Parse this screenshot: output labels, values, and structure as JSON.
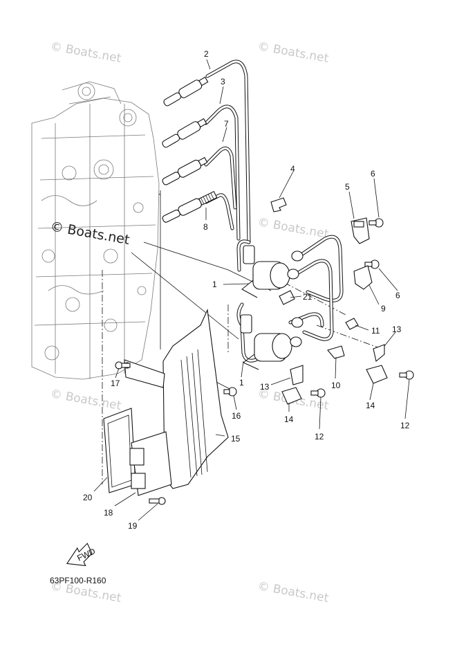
{
  "diagram": {
    "code": "63PF100-R160",
    "fwd_label": "FWD",
    "watermarks": [
      "© Boats.net",
      "© Boats.net",
      "© Boats.net",
      "© Boats.net",
      "© Boats.net",
      "© Boats.net",
      "© Boats.net"
    ],
    "watermark_dark": "© Boats.net",
    "callouts": [
      {
        "n": "1"
      },
      {
        "n": "1"
      },
      {
        "n": "2"
      },
      {
        "n": "3"
      },
      {
        "n": "4"
      },
      {
        "n": "5"
      },
      {
        "n": "6"
      },
      {
        "n": "6"
      },
      {
        "n": "7"
      },
      {
        "n": "8"
      },
      {
        "n": "9"
      },
      {
        "n": "10"
      },
      {
        "n": "11"
      },
      {
        "n": "12"
      },
      {
        "n": "12"
      },
      {
        "n": "13"
      },
      {
        "n": "13"
      },
      {
        "n": "14"
      },
      {
        "n": "14"
      },
      {
        "n": "15"
      },
      {
        "n": "16"
      },
      {
        "n": "17"
      },
      {
        "n": "18"
      },
      {
        "n": "19"
      },
      {
        "n": "20"
      },
      {
        "n": "21"
      }
    ]
  }
}
